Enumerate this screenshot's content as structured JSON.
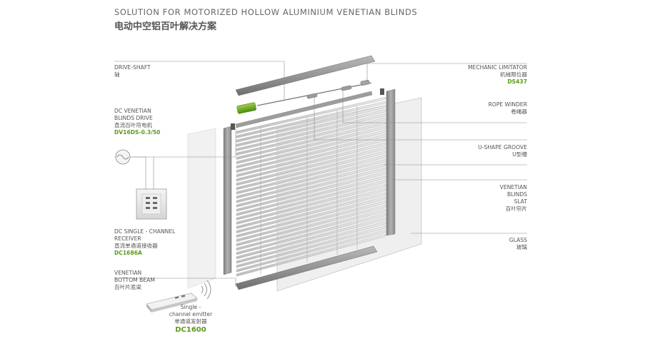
{
  "header": {
    "title_en": "SOLUTION FOR MOTORIZED HOLLOW ALUMINIUM VENETIAN BLINDS",
    "title_cn": "电动中空铝百叶解决方案"
  },
  "colors": {
    "accent_green": "#5c9a1b",
    "text_gray": "#555555",
    "line_gray": "#8a8a8a",
    "frame_gray": "#8f8f8f",
    "slat_gray": "#cfcfcf"
  },
  "labels": {
    "drive_shaft": {
      "en": "DRIVE-SHAFT",
      "cn": "轴"
    },
    "dc_drive": {
      "en1": "DC VENETIAN",
      "en2": "BLINDS DRIVE",
      "cn": "直流百叶帘电机",
      "code": "DV16DS-0.3/50"
    },
    "receiver": {
      "en1": "DC SINGLE - CHANNEL",
      "en2": "RECEIVER",
      "cn": "直流单通道接收器",
      "code": "DC1686A"
    },
    "bottom_beam": {
      "en1": "VENETIAN",
      "en2": "BOTTOM BEAM",
      "cn": "百叶片底梁"
    },
    "emitter": {
      "en1": "Single -",
      "en2": "channel emitter",
      "cn": "单通道发射器",
      "code": "DC1600"
    },
    "mechanic_limitator": {
      "en": "MECHANIC LIMITATOR",
      "cn": "机械限位器",
      "code": "DS437"
    },
    "rope_winder": {
      "en": "ROPE WINDER",
      "cn": "卷绳器"
    },
    "u_groove": {
      "en": "U-SHAPE GROOVE",
      "cn": "U型槽"
    },
    "slat": {
      "en1": "VENETIAN",
      "en2": "BLINDS",
      "en3": "SLAT",
      "cn": "百叶帘片"
    },
    "glass": {
      "en": "GLASS",
      "cn": "玻璃"
    }
  }
}
